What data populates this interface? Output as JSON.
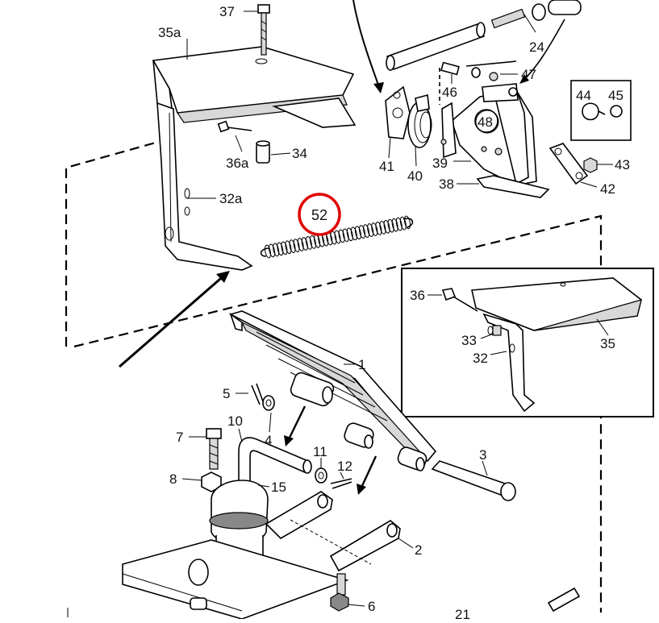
{
  "labels": {
    "p1": "1",
    "p2": "2",
    "p3": "3",
    "p4": "4",
    "p5": "5",
    "p6": "6",
    "p7": "7",
    "p8": "8",
    "p10": "10",
    "p11": "11",
    "p12": "12",
    "p15": "15",
    "p21": "21",
    "p24": "24",
    "p32": "32",
    "p32a": "32a",
    "p33": "33",
    "p34": "34",
    "p35": "35",
    "p35a": "35a",
    "p36": "36",
    "p36a": "36a",
    "p37": "37",
    "p38": "38",
    "p39": "39",
    "p40": "40",
    "p41": "41",
    "p42": "42",
    "p43": "43",
    "p44": "44",
    "p45": "45",
    "p46": "46",
    "p47": "47",
    "p48": "48",
    "p52": "52"
  },
  "highlight": {
    "part": "52",
    "color": "#e00000"
  }
}
